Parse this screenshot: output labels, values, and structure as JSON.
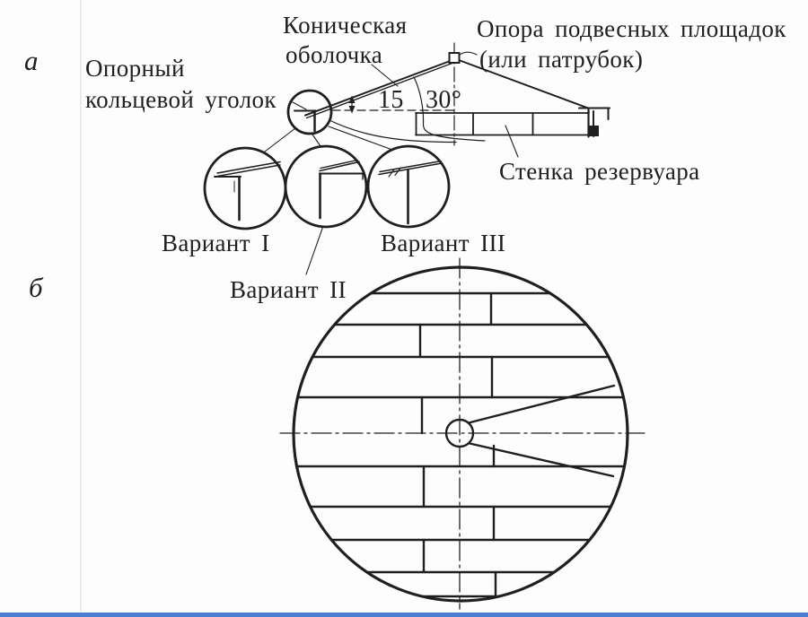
{
  "panels": {
    "a": "а",
    "b": "б"
  },
  "section": {
    "conical_shell_line1": "Коническая",
    "conical_shell_line2": "оболочка",
    "support_line1": "Опора подвесных площадок",
    "support_line2": "(или патрубок)",
    "ring_angle_line1": "Опорный",
    "ring_angle_line2": "кольцевой уголок",
    "tank_wall": "Стенка резервуара",
    "angle_min": "15",
    "angle_max": "30°"
  },
  "variants": {
    "v1": "Вариант I",
    "v2": "Вариант II",
    "v3": "Вариант III"
  },
  "colors": {
    "ink": "#1f1f1f",
    "paper": "#fdfdfd",
    "scan_border_blue": "#4a7ed1",
    "scan_streak": "#ebebeb"
  }
}
